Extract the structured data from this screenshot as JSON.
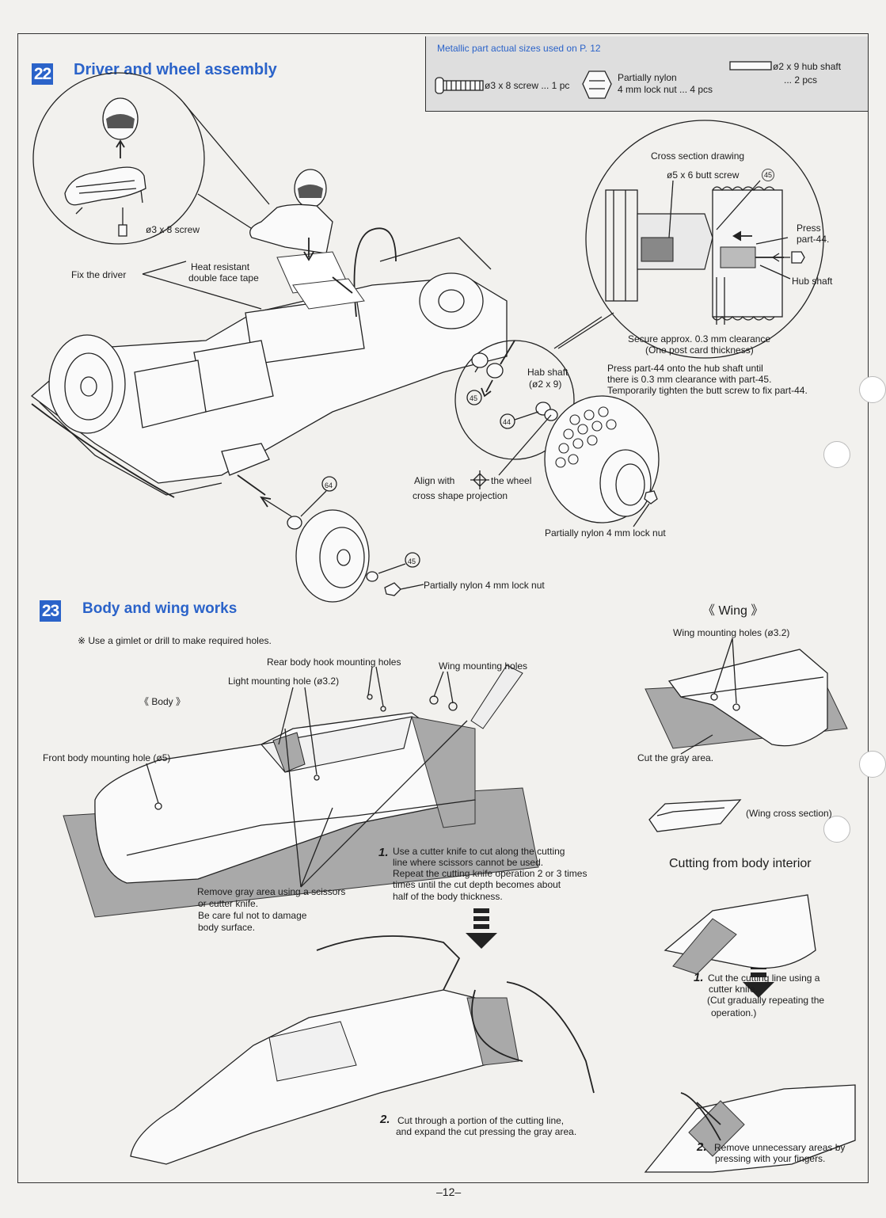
{
  "section22": {
    "number": "22",
    "title": "Driver and wheel assembly"
  },
  "metal_parts": {
    "heading": "Metallic part actual sizes used on P. 12",
    "screw": "ø3 x 8 screw ... 1 pc",
    "nut_line1": "Partially nylon",
    "nut_line2": "4 mm lock nut ... 4 pcs",
    "shaft_line1": "ø2 x 9 hub shaft",
    "shaft_line2": "... 2 pcs"
  },
  "driver": {
    "screw": "ø3 x 8 screw",
    "fix_driver": "Fix the driver",
    "tape_line1": "Heat resistant",
    "tape_line2": "double face tape"
  },
  "cross_section": {
    "title": "Cross section drawing",
    "butt_screw": "ø5 x 6 butt screw",
    "part_45": "45",
    "press_line1": "Press",
    "press_line2": "part-44.",
    "hub_shaft": "Hub shaft",
    "clearance_line1": "Secure approx. 0.3 mm clearance",
    "clearance_line2": "(One post card thickness)",
    "note_line1": "Press part-44 onto the hub shaft until",
    "note_line2": "there is 0.3 mm clearance with part-45.",
    "note_line3": "Temporarily tighten the butt screw to fix part-44."
  },
  "wheel_detail": {
    "hab_shaft_line1": "Hab shaft",
    "hab_shaft_line2": "(ø2 x 9)",
    "p45": "45",
    "p44": "44",
    "align_line1": "Align with",
    "align_line1b": "the wheel",
    "align_line2": "cross shape projection",
    "lock_nut_rear": "Partially nylon 4 mm lock nut",
    "p64": "64",
    "p45_front": "45",
    "lock_nut_front": "Partially nylon 4 mm lock nut"
  },
  "section23": {
    "number": "23",
    "title": "Body and wing works",
    "note": "※ Use a gimlet or drill to make required holes."
  },
  "body": {
    "label": "《 Body 》",
    "rear_hook": "Rear body hook mounting holes",
    "light_hole": "Light mounting hole (ø3.2)",
    "wing_holes": "Wing mounting holes",
    "front_hole": "Front body mounting hole (ø5)",
    "remove_line1": "Remove gray area using a scissors",
    "remove_line2": "or cutter knife.",
    "remove_line3": "Be care ful not to damage",
    "remove_line4": "body surface.",
    "step1_num": "1.",
    "step1_line1": "Use a cutter knife to cut along the cutting",
    "step1_line2": "line where scissors cannot be used.",
    "step1_line3": "Repeat the cutting knife operation 2 or 3 times",
    "step1_line4": "times until the cut depth becomes about",
    "step1_line5": "half of the body thickness.",
    "step2_num": "2.",
    "step2_line1": "Cut through a portion of the cutting line,",
    "step2_line2": "and expand the cut pressing the gray area."
  },
  "wing": {
    "label": "《 Wing 》",
    "holes": "Wing mounting holes (ø3.2)",
    "cut_gray": "Cut the gray area.",
    "cross_section": "(Wing cross section)"
  },
  "interior": {
    "title": "Cutting from body interior",
    "step1_num": "1.",
    "step1_line1": "Cut the cutting line using a",
    "step1_line2": "cutter knife.",
    "step1_line3": "(Cut gradually repeating the",
    "step1_line4": "operation.)",
    "step2_num": "2.",
    "step2_line1": "Remove unnecessary areas by",
    "step2_line2": "pressing   with your fingers."
  },
  "page_number": "–12–"
}
